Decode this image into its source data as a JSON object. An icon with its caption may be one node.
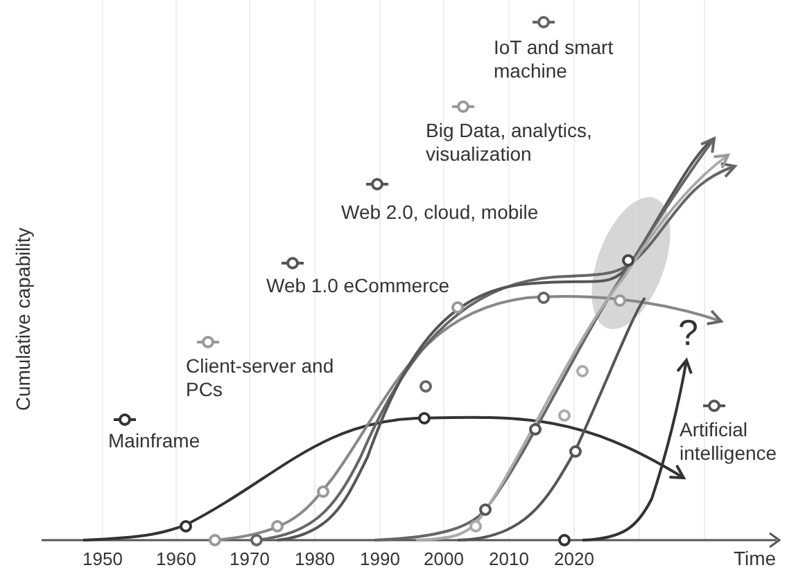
{
  "diagram": {
    "labels": [
      "IoT and smart machine",
      "Big Data, analytics, visualization",
      "Web 2.0, cloud, mobile",
      "Web 1.0 eCommerce",
      "Cumulative capability",
      "Client-server and PCs",
      "?",
      "Mainframe",
      "Artificial intelligence",
      "1950",
      "1960",
      "1970",
      "1980",
      "1990",
      "2000",
      "2010",
      "2020",
      "Time"
    ]
  }
}
